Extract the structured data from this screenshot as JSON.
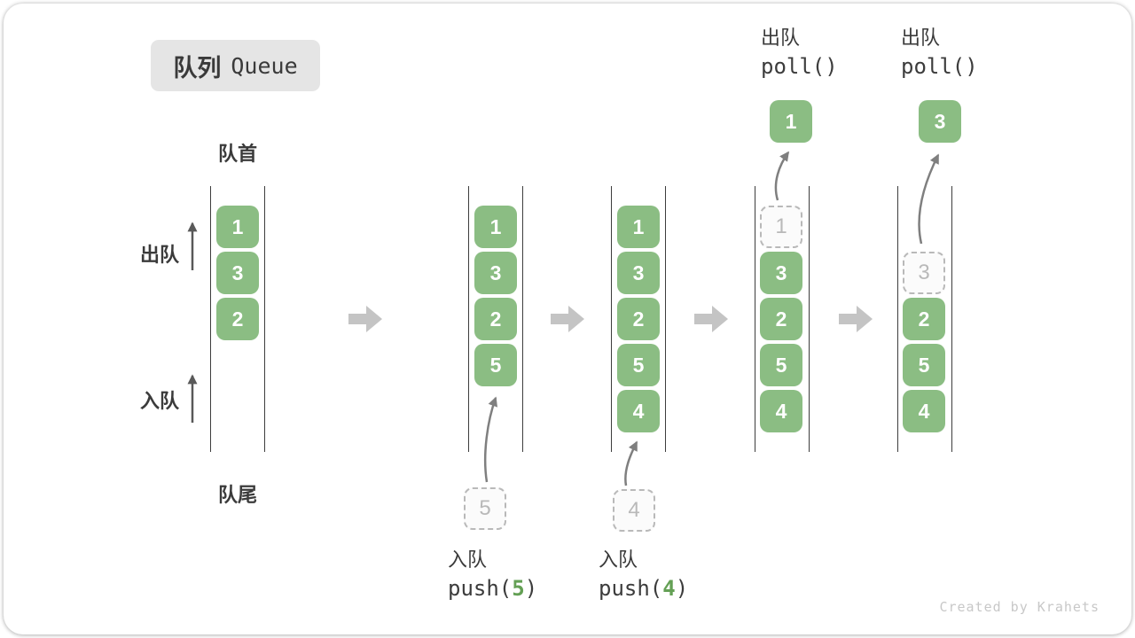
{
  "title_badge": {
    "zh": "队列",
    "en": "Queue"
  },
  "labels": {
    "front": "队首",
    "rear": "队尾",
    "dequeue": "出队",
    "enqueue": "入队"
  },
  "queues": {
    "q1": {
      "cells": [
        "1",
        "3",
        "2"
      ]
    },
    "q2": {
      "cells": [
        "1",
        "3",
        "2",
        "5"
      ]
    },
    "q3": {
      "cells": [
        "1",
        "3",
        "2",
        "5",
        "4"
      ]
    },
    "q4": {
      "ghost": "1",
      "cells": [
        "3",
        "2",
        "5",
        "4"
      ]
    },
    "q5": {
      "ghost": "3",
      "cells": [
        "2",
        "5",
        "4"
      ]
    }
  },
  "annotations": {
    "push5": {
      "label": "入队",
      "code_pre": "push(",
      "arg": "5",
      "code_close": ")",
      "ghost_value": "5"
    },
    "push4": {
      "label": "入队",
      "code_pre": "push(",
      "arg": "4",
      "code_close": ")",
      "ghost_value": "4"
    },
    "poll1": {
      "label": "出队",
      "code": "poll()",
      "result": "1"
    },
    "poll2": {
      "label": "出队",
      "code": "poll()",
      "result": "3"
    }
  },
  "watermark": "Created by Krahets",
  "colors": {
    "cell_green": "#8BBD83",
    "arg_green": "#64A055",
    "label_dark": "#3B3B3B",
    "ghost_gray": "#B9B9B9",
    "transition_arrow_gray": "#C4C4C4",
    "curve_arrow_gray": "#7F7F7F",
    "straight_arrow_dark": "#595959",
    "badge_bg": "#E5E5E5",
    "watermark_gray": "#C8C8C8"
  }
}
